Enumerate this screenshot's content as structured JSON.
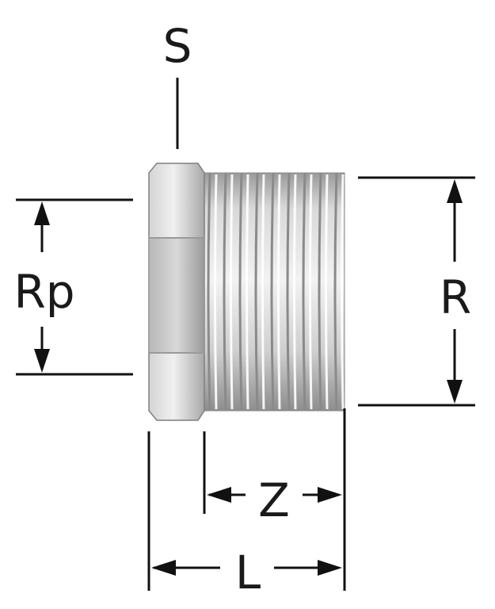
{
  "labels": {
    "s": "S",
    "rp": "Rp",
    "r": "R",
    "z": "Z",
    "l": "L"
  },
  "colors": {
    "line": "#111111",
    "metal_light": "#e6e6e6",
    "metal_mid": "#bdbdbd",
    "metal_dark": "#8c8c8c"
  }
}
